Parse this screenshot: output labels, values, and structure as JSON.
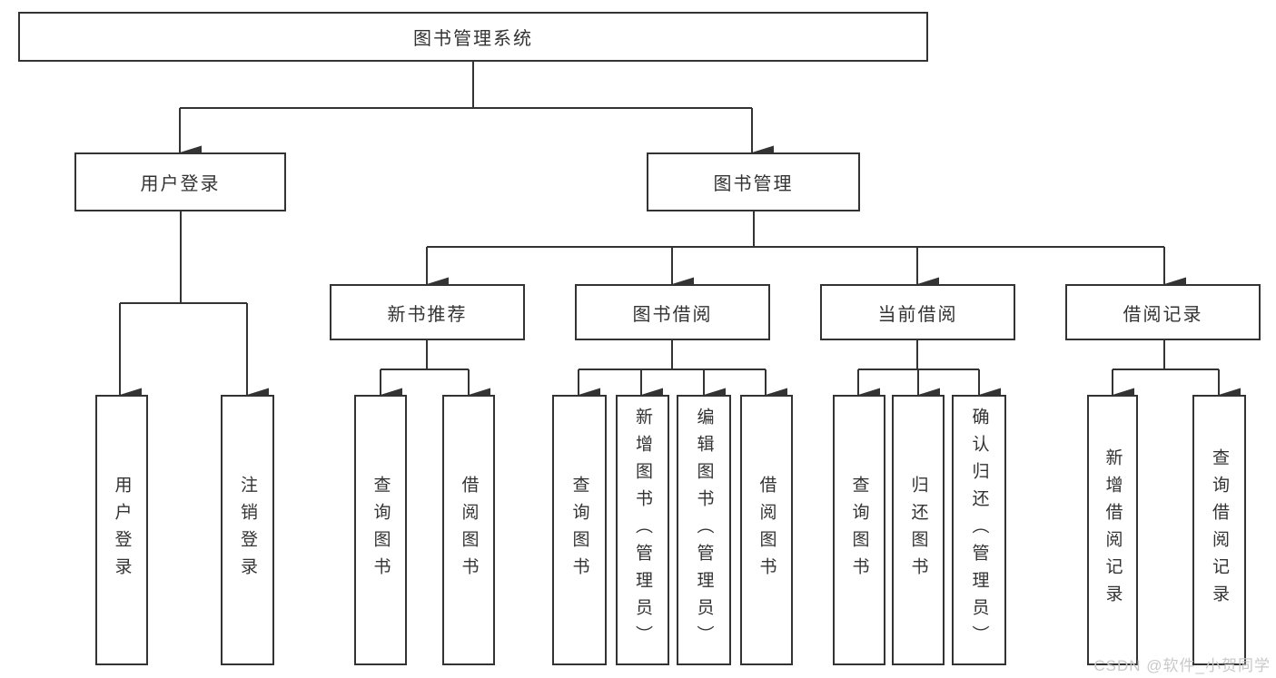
{
  "diagram_title": "图书管理系统",
  "nodes": {
    "root": "图书管理系统",
    "l2": [
      "用户登录",
      "图书管理"
    ],
    "l3": [
      "新书推荐",
      "图书借阅",
      "当前借阅",
      "借阅记录"
    ],
    "l4": {
      "user_login": [
        "用户登录",
        "注销登录"
      ],
      "new_book": [
        "查询图书",
        "借阅图书"
      ],
      "book_borrow": [
        "查询图书",
        "新增图书（管理员）",
        "编辑图书（管理员）",
        "借阅图书"
      ],
      "current_borrow": [
        "查询图书",
        "归还图书",
        "确认归还（管理员）"
      ],
      "borrow_record": [
        "新增借阅记录",
        "查询借阅记录"
      ]
    }
  },
  "watermark": "CSDN @软件_小贺同学",
  "colors": {
    "line": "#333333",
    "text": "#333333",
    "box_background": "#ffffff",
    "page_background": "#ffffff",
    "watermark": "#c9c9c9"
  }
}
